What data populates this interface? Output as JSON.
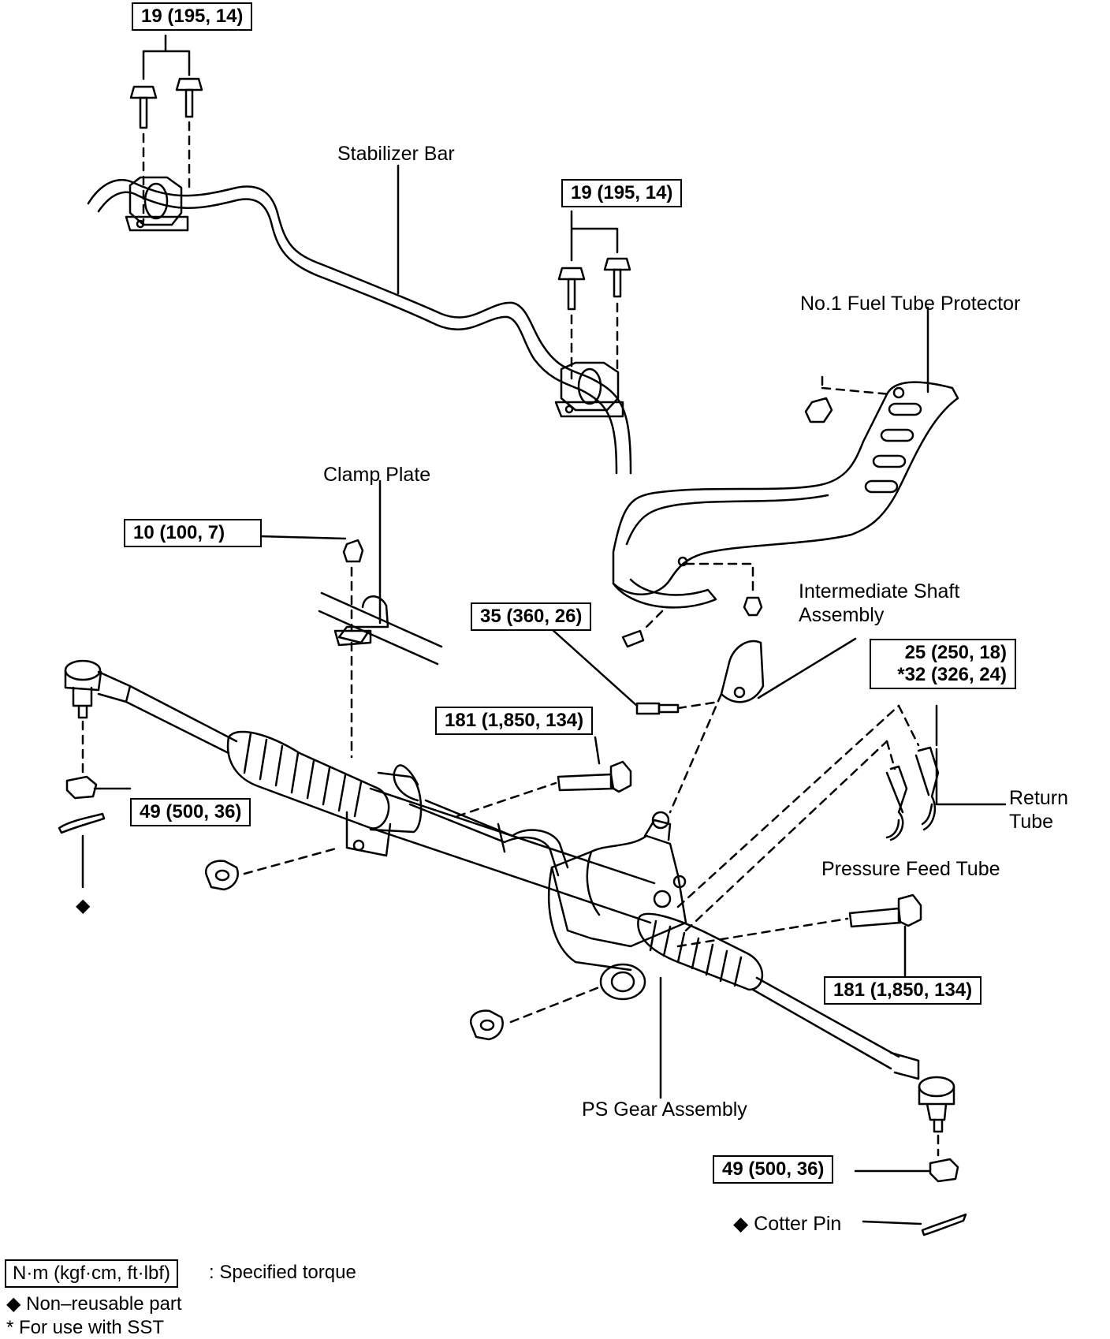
{
  "torques": {
    "stab_left": "19 (195, 14)",
    "stab_right": "19 (195, 14)",
    "clamp_nut": "10 (100, 7)",
    "inter_shaft_bolt": "35 (360, 26)",
    "gear_bolt_upper": "181 (1,850, 134)",
    "gear_bolt_lower": "181 (1,850, 134)",
    "tie_rod_left": "49 (500, 36)",
    "tie_rod_right": "49 (500, 36)",
    "tube_union_line1": "25 (250, 18)",
    "tube_union_line2": "*32 (326, 24)"
  },
  "labels": {
    "stabilizer_bar": "Stabilizer Bar",
    "fuel_tube_protector": "No.1 Fuel Tube Protector",
    "clamp_plate": "Clamp Plate",
    "intermediate_shaft_line1": "Intermediate Shaft",
    "intermediate_shaft_line2": "Assembly",
    "return_tube_line1": "Return",
    "return_tube_line2": "Tube",
    "pressure_feed_tube": "Pressure Feed Tube",
    "ps_gear_assembly": "PS Gear Assembly",
    "cotter_pin": "◆ Cotter Pin"
  },
  "legend": {
    "unit_box": "N·m (kgf·cm, ft·lbf)",
    "unit_desc": ": Specified torque",
    "non_reusable": "◆ Non–reusable part",
    "sst": "* For use with SST"
  }
}
